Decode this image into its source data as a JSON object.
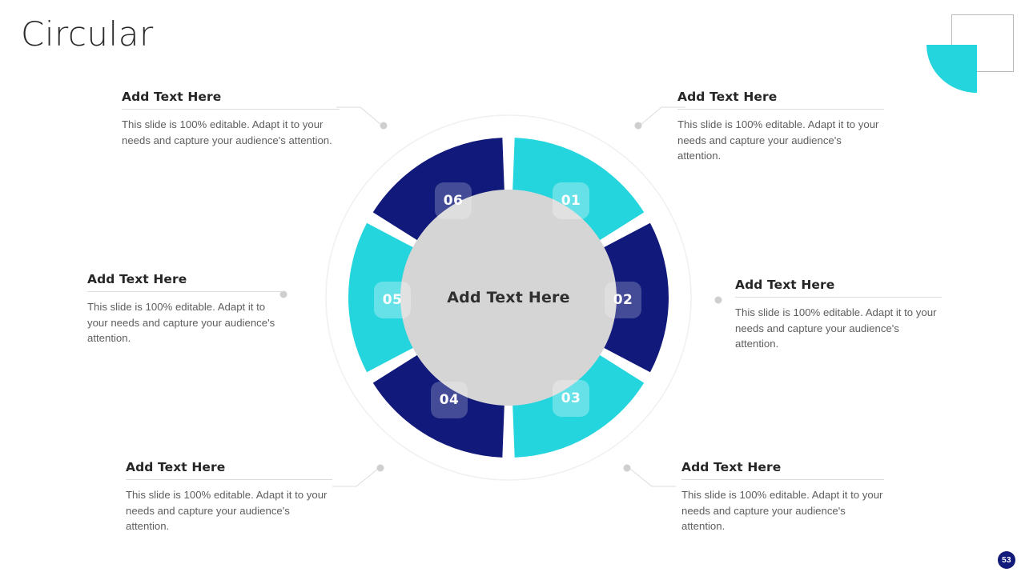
{
  "slide": {
    "title": "Circular",
    "page_number": "53"
  },
  "colors": {
    "cyan": "#25D5DD",
    "navy": "#111A7A",
    "navy_dark": "#0D0B63",
    "hub_gray": "#D5D5D5",
    "rule_gray": "#DCDCDC",
    "dot_gray": "#CFCFCF",
    "body_text": "#5E5E5E",
    "heading_text": "#262626"
  },
  "wheel": {
    "hub_label": "Add Text Here",
    "segments": [
      {
        "number": "01",
        "color_name": "cyan",
        "color": "#25D5DD",
        "start_deg": 0,
        "end_deg": 60
      },
      {
        "number": "02",
        "color_name": "navy",
        "color": "#111A7A",
        "start_deg": 60,
        "end_deg": 120
      },
      {
        "number": "03",
        "color_name": "cyan",
        "color": "#25D5DD",
        "start_deg": 120,
        "end_deg": 180
      },
      {
        "number": "04",
        "color_name": "navy",
        "color": "#111A7A",
        "start_deg": 180,
        "end_deg": 240
      },
      {
        "number": "05",
        "color_name": "cyan",
        "color": "#25D5DD",
        "start_deg": 240,
        "end_deg": 300
      },
      {
        "number": "06",
        "color_name": "navy",
        "color": "#111A7A",
        "start_deg": 300,
        "end_deg": 360
      }
    ]
  },
  "callouts": [
    {
      "id": "top-left",
      "heading": "Add Text Here",
      "body": "This slide is 100% editable. Adapt it to your needs and capture your audience's attention."
    },
    {
      "id": "top-right",
      "heading": "Add Text Here",
      "body": "This slide is 100% editable. Adapt it to your needs and capture your audience's attention."
    },
    {
      "id": "middle-left",
      "heading": "Add Text Here",
      "body": "This slide is 100% editable. Adapt it to your needs and capture your audience's attention."
    },
    {
      "id": "middle-right",
      "heading": "Add Text Here",
      "body": "This slide is 100% editable. Adapt it to your needs and capture your audience's attention."
    },
    {
      "id": "bottom-left",
      "heading": "Add Text Here",
      "body": "This slide is 100% editable. Adapt it to your needs and capture your audience's attention."
    },
    {
      "id": "bottom-right",
      "heading": "Add Text Here",
      "body": "This slide is 100% editable. Adapt it to your needs and capture your audience's attention."
    }
  ],
  "decoration": {
    "square_icon": "outlined-square",
    "quarter_icon": "quarter-circle-shape"
  }
}
